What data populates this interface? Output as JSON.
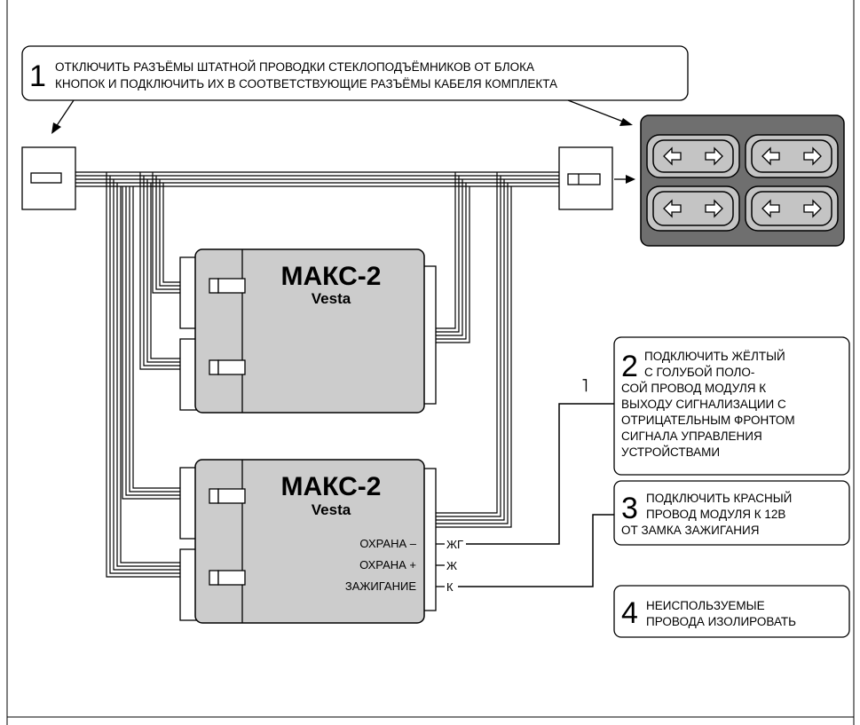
{
  "notes": {
    "n1": {
      "num": "1",
      "line1": "ОТКЛЮЧИТЬ РАЗЪЁМЫ ШТАТНОЙ ПРОВОДКИ СТЕКЛОПОДЪЁМНИКОВ ОТ БЛОКА",
      "line2": "КНОПОК И ПОДКЛЮЧИТЬ ИХ В СООТВЕТСТВУЮЩИЕ РАЗЪЁМЫ КАБЕЛЯ КОМПЛЕКТА"
    },
    "n2": {
      "num": "2",
      "line1": "ПОДКЛЮЧИТЬ ЖЁЛТЫЙ",
      "line2": "С ГОЛУБОЙ ПОЛО-",
      "line3": "СОЙ ПРОВОД МОДУЛЯ К",
      "line4": "ВЫХОДУ СИГНАЛИЗАЦИИ С",
      "line5": "ОТРИЦАТЕЛЬНЫМ ФРОНТОМ",
      "line6": "СИГНАЛА УПРАВЛЕНИЯ",
      "line7": "УСТРОЙСТВАМИ"
    },
    "n3": {
      "num": "3",
      "line1": "ПОДКЛЮЧИТЬ КРАСНЫЙ",
      "line2": "ПРОВОД МОДУЛЯ К 12В",
      "line3": "ОТ ЗАМКА ЗАЖИГАНИЯ"
    },
    "n4": {
      "num": "4",
      "line1": "НЕИСПОЛЬЗУЕМЫЕ",
      "line2": "ПРОВОДА ИЗОЛИРОВАТЬ"
    }
  },
  "modules": {
    "top": {
      "title": "МАКС-2",
      "subtitle": "Vesta"
    },
    "bottom": {
      "title": "МАКС-2",
      "subtitle": "Vesta",
      "pins": [
        {
          "label": "ОХРАНА –",
          "code": "ЖГ"
        },
        {
          "label": "ОХРАНА +",
          "code": "Ж"
        },
        {
          "label": "ЗАЖИГАНИЕ",
          "code": "К"
        }
      ]
    }
  },
  "signal_symbol": "˥",
  "colors": {
    "panel_dark": "#6f6f6f",
    "panel_key": "#c4c4c4",
    "module_body": "#cccccc",
    "line": "#000000"
  },
  "icons": {
    "button_arrows": "left-right-arrow-icons"
  }
}
